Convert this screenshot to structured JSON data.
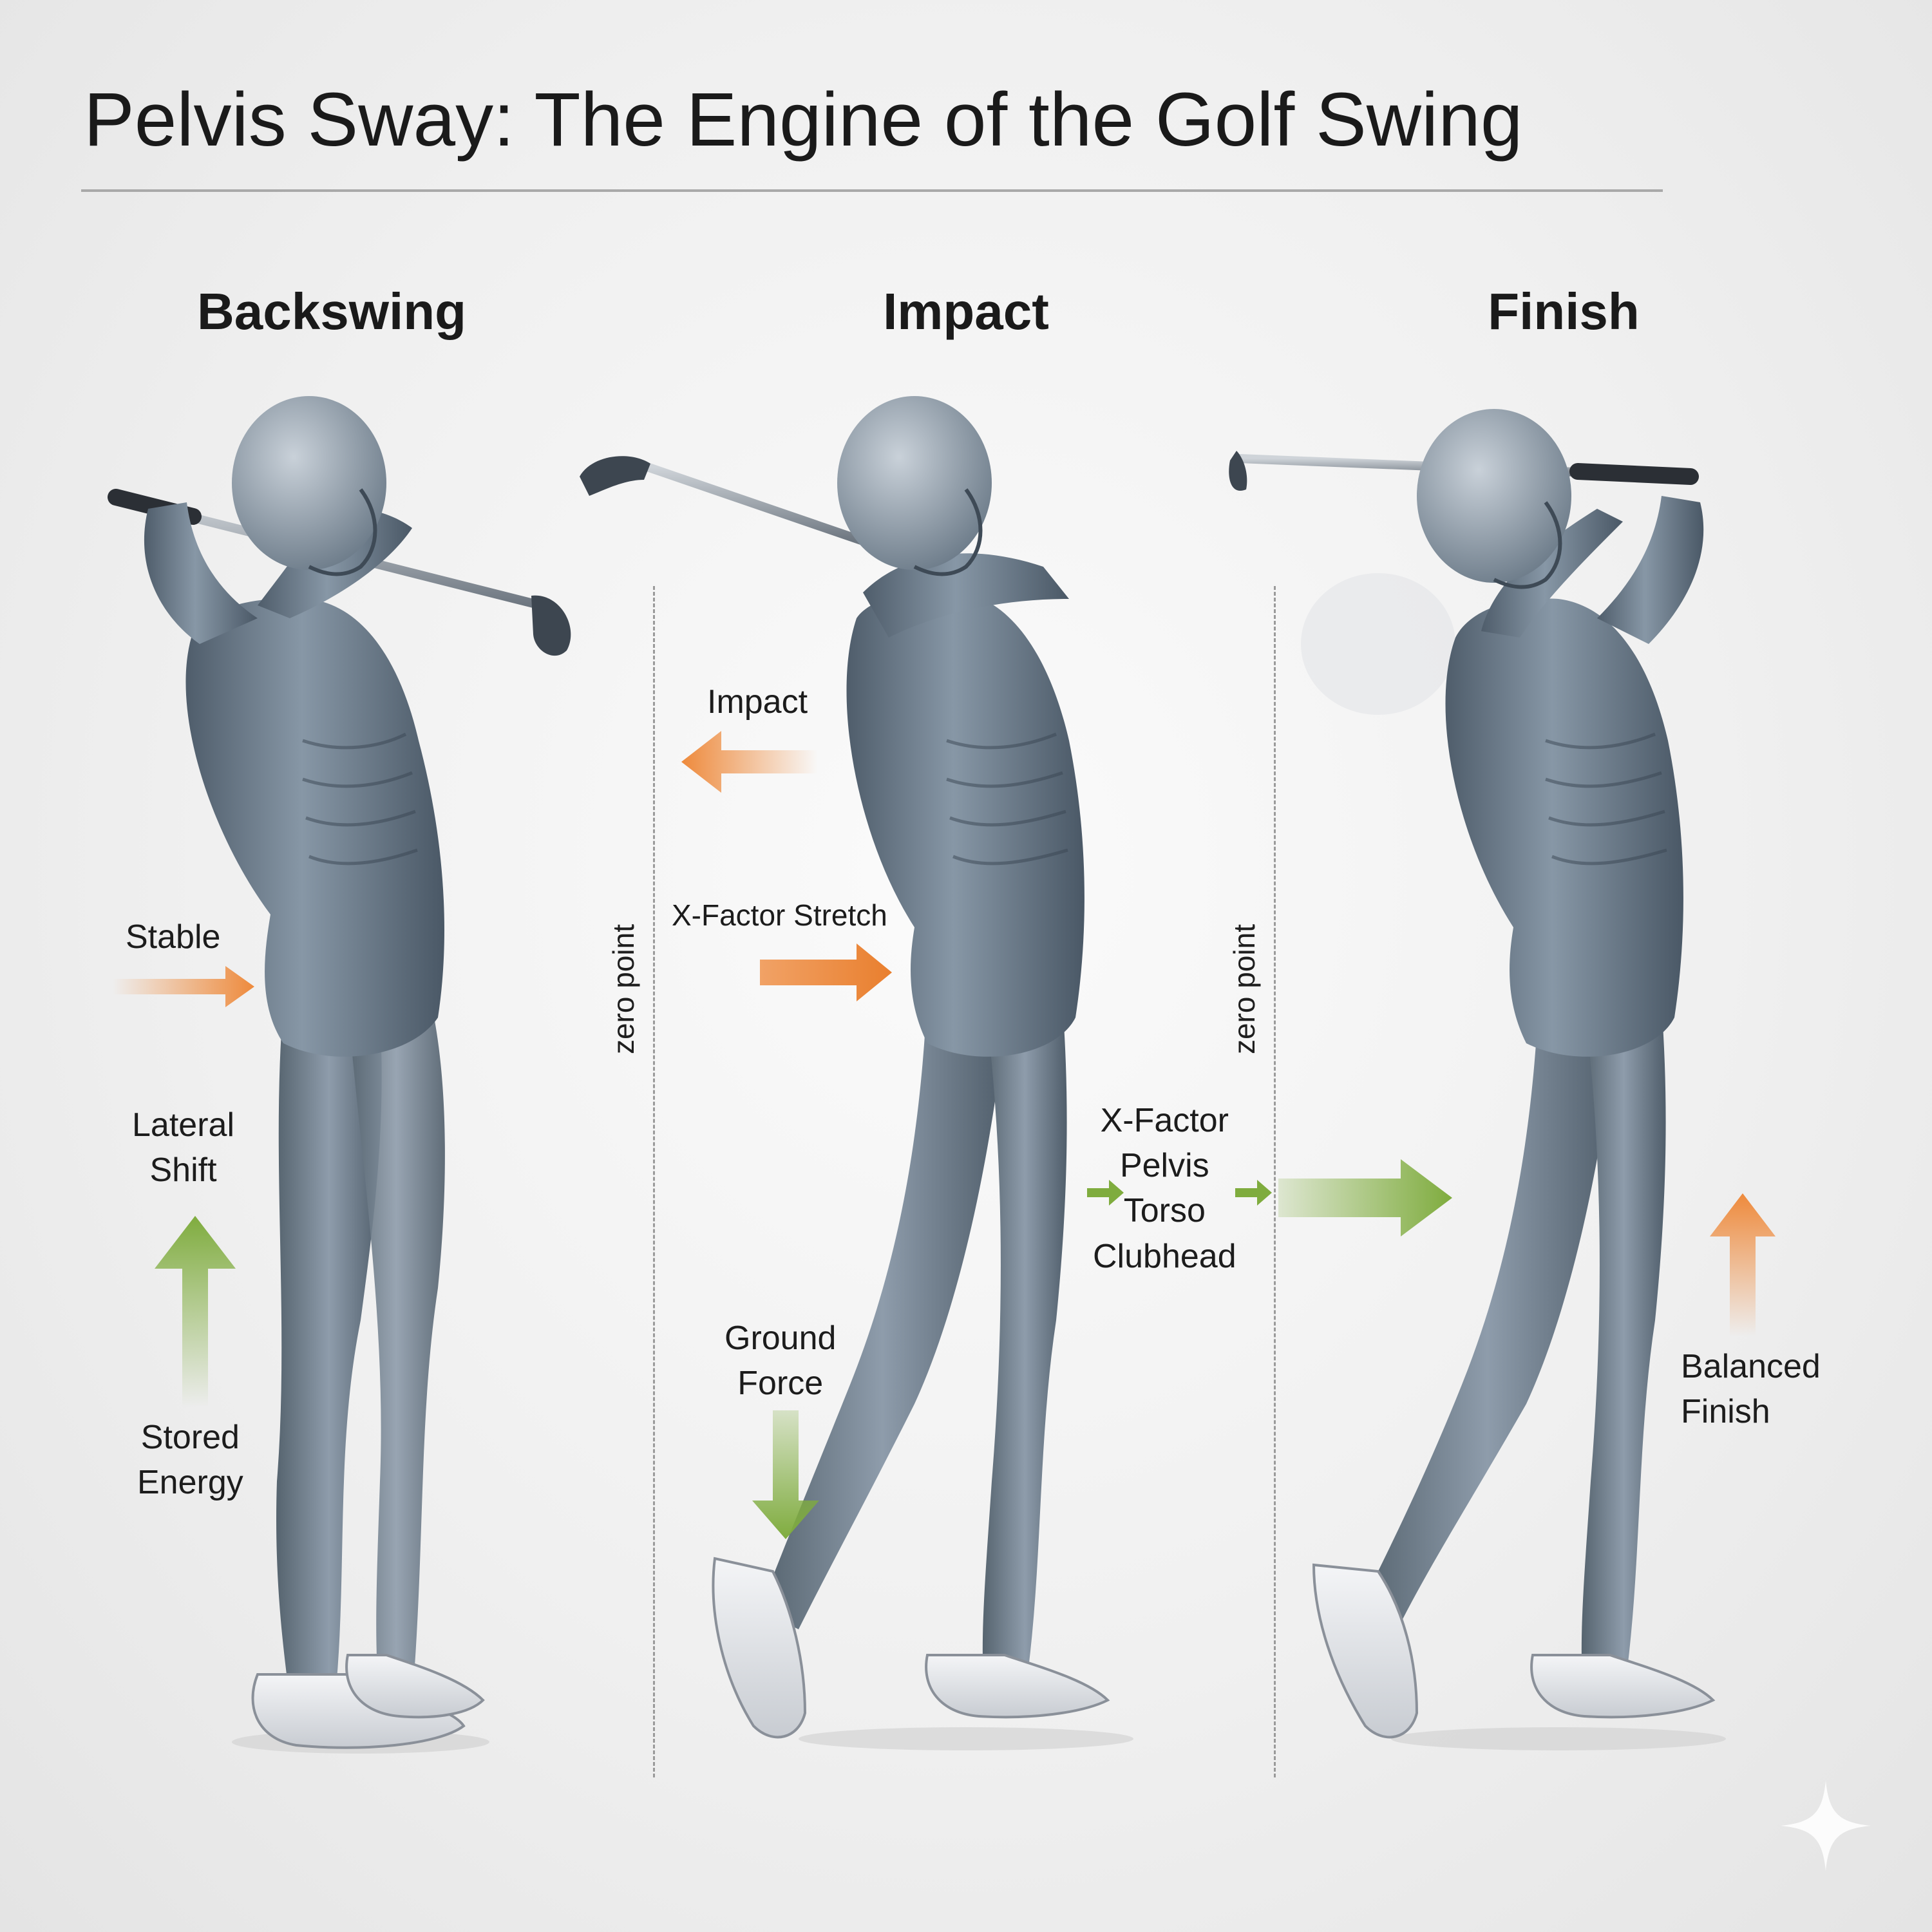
{
  "title": "Pelvis Sway: The Engine of the Golf Swing",
  "stages": {
    "backswing": "Backswing",
    "impact": "Impact",
    "finish": "Finish"
  },
  "zero_point_label": "zero point",
  "labels": {
    "stable": "Stable",
    "lateral_shift": [
      "Lateral",
      "Shift"
    ],
    "stored_energy": [
      "Stored",
      "Energy"
    ],
    "impact_arrow": "Impact",
    "x_factor_stretch": "X-Factor Stretch",
    "ground_force": [
      "Ground",
      "Force"
    ],
    "kinetic_chain": [
      "X-Factor",
      "Pelvis",
      "Torso",
      "Clubhead"
    ],
    "balanced_finish": [
      "Balanced",
      "Finish"
    ]
  },
  "colors": {
    "orange_arrow": "#ee8a3c",
    "green_arrow": "#7fac3e",
    "figure_body": "#6d7d8d",
    "figure_dark": "#3f4c59",
    "shoe": "#e9ebee"
  },
  "icons": [
    "sparkle-icon"
  ]
}
